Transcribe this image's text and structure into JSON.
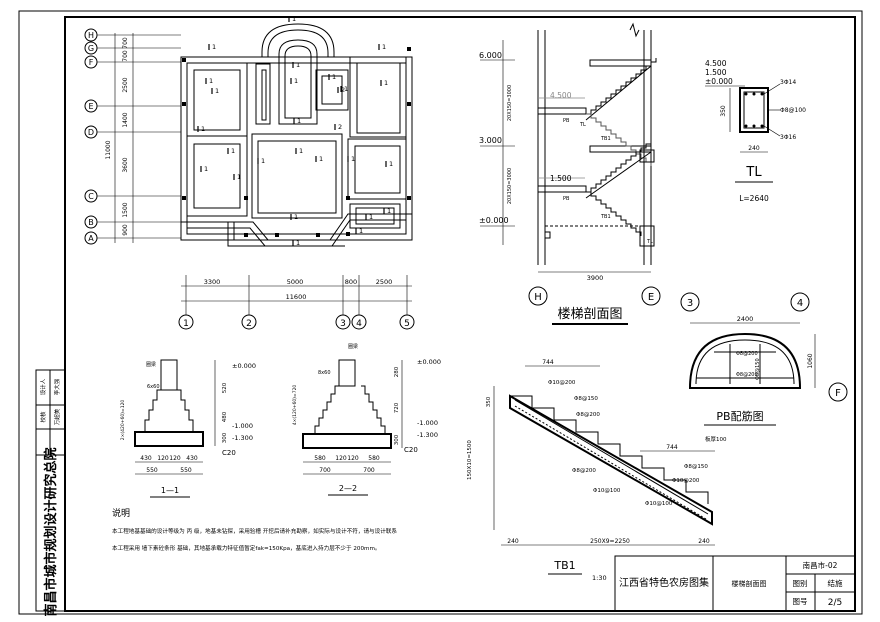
{
  "plan": {
    "axis_rows": [
      "H",
      "G",
      "F",
      "E",
      "D",
      "C",
      "B",
      "A"
    ],
    "axis_cols": [
      "1",
      "2",
      "3",
      "4",
      "5"
    ],
    "row_dims": [
      "700",
      "700",
      "2500",
      "1400",
      "3600",
      "1500",
      "900"
    ],
    "row_total": "11000",
    "col_dims": [
      "3300",
      "5000",
      "800",
      "2500"
    ],
    "col_total": "11600",
    "section_marks": [
      "1",
      "1",
      "1",
      "1",
      "1",
      "1",
      "1",
      "1",
      "1",
      "1",
      "2",
      "2",
      "1",
      "1",
      "1",
      "1",
      "1",
      "1",
      "1",
      "1",
      "1",
      "1",
      "1",
      "1",
      "1",
      "1",
      "1"
    ]
  },
  "stair_section": {
    "levels": [
      "6.000",
      "3.000",
      "±0.000",
      "4.500",
      "1.500"
    ],
    "flight_dims": [
      "20X150=3000",
      "20X150=3000"
    ],
    "tags": [
      "PB",
      "TB1",
      "TL",
      "PB",
      "TB1",
      "TL"
    ],
    "width": "3900",
    "axis_left": "H",
    "axis_right": "E",
    "title": "楼梯剖面图"
  },
  "tl": {
    "levels": [
      "4.500",
      "1.500",
      "±0.000"
    ],
    "rebar": [
      "3Φ14",
      "Φ8@100",
      "3Φ16"
    ],
    "height": "350",
    "width": "240",
    "title": "TL",
    "length": "L=2640"
  },
  "pb": {
    "axes": [
      "3",
      "4",
      "F"
    ],
    "span": "2400",
    "rebar": [
      "Φ8@200",
      "Φ8@150",
      "Φ8@200"
    ],
    "height": "1060",
    "title": "PB配筋图",
    "note": "板厚100"
  },
  "footing1": {
    "label_top": "圈梁",
    "beam": "6x60",
    "side_dim": "2×(420+60)=120",
    "levels": [
      "±0.000",
      "-1.000",
      "-1.300"
    ],
    "dims_right": [
      "520",
      "480",
      "300"
    ],
    "bottom_dims": [
      "430",
      "120",
      "120",
      "430"
    ],
    "half_dims": [
      "550",
      "550"
    ],
    "concrete": "C20",
    "section": "1—1"
  },
  "footing2": {
    "label_top": "圈梁",
    "beam": "8x60",
    "side_dim": "4×(120+60)=720",
    "levels": [
      "±0.000",
      "-1.000",
      "-1.300"
    ],
    "dims_right": [
      "280",
      "720",
      "300"
    ],
    "bottom_dims": [
      "580",
      "120",
      "120",
      "580"
    ],
    "half_dims": [
      "700",
      "700"
    ],
    "concrete": "C20",
    "section": "2—2"
  },
  "notes": {
    "heading": "说明",
    "line1": "本工程地基基础的设计等级为 丙 级，地基未钻探，采用验槽  开挖后请补充勘察，如实际与设计不符，请与设计联系",
    "line2": "本工程采用 墙下素砼条形 基础，其地基承载力特征值暂定fak=150Kpa，基底进入持力层不少于 200mm。"
  },
  "tb1": {
    "dims_top": [
      "744",
      "744"
    ],
    "rebar": [
      "Φ10@200",
      "Φ8@150",
      "Φ8@200",
      "Φ8@200",
      "Φ10@100",
      "Φ8@150",
      "Φ10@200",
      "Φ10@100"
    ],
    "left_dims": [
      "350",
      "150X10=1500"
    ],
    "bottom_dims": [
      "240",
      "250X9=2250",
      "240"
    ],
    "title": "TB1",
    "scale": "1:30"
  },
  "title_block": {
    "org": "南昌市城市规划设计研究总院",
    "roles": [
      "设计人",
      "校核"
    ],
    "names": [
      "李大强",
      "万超美"
    ],
    "project": "江西省特色农房图集",
    "drawing": "楼梯剖面图",
    "code": "南昌市-02",
    "cat_label": "图别",
    "cat_value": "结施",
    "no_label": "图号",
    "no_value": "2/5"
  }
}
